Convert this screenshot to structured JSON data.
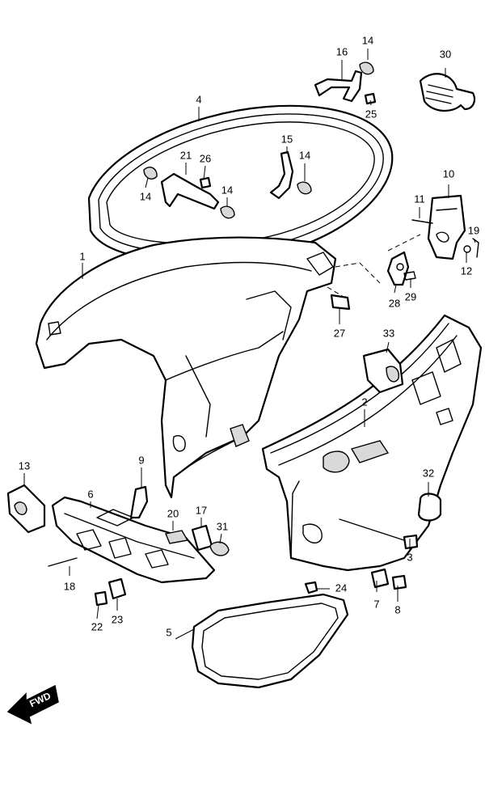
{
  "callouts": {
    "p1": "1",
    "p2": "2",
    "p3": "3",
    "p4": "4",
    "p5": "5",
    "p6": "6",
    "p7": "7",
    "p8": "8",
    "p9": "9",
    "p10": "10",
    "p11": "11",
    "p12": "12",
    "p13": "13",
    "p14a": "14",
    "p14b": "14",
    "p14c": "14",
    "p14d": "14",
    "p15": "15",
    "p16": "16",
    "p17": "17",
    "p18": "18",
    "p19": "19",
    "p20": "20",
    "p21": "21",
    "p22": "22",
    "p23": "23",
    "p24": "24",
    "p25": "25",
    "p26": "26",
    "p27": "27",
    "p28": "28",
    "p29": "29",
    "p30": "30",
    "p31": "31",
    "p32": "32",
    "p33": "33"
  },
  "fwd_label": "FWD"
}
